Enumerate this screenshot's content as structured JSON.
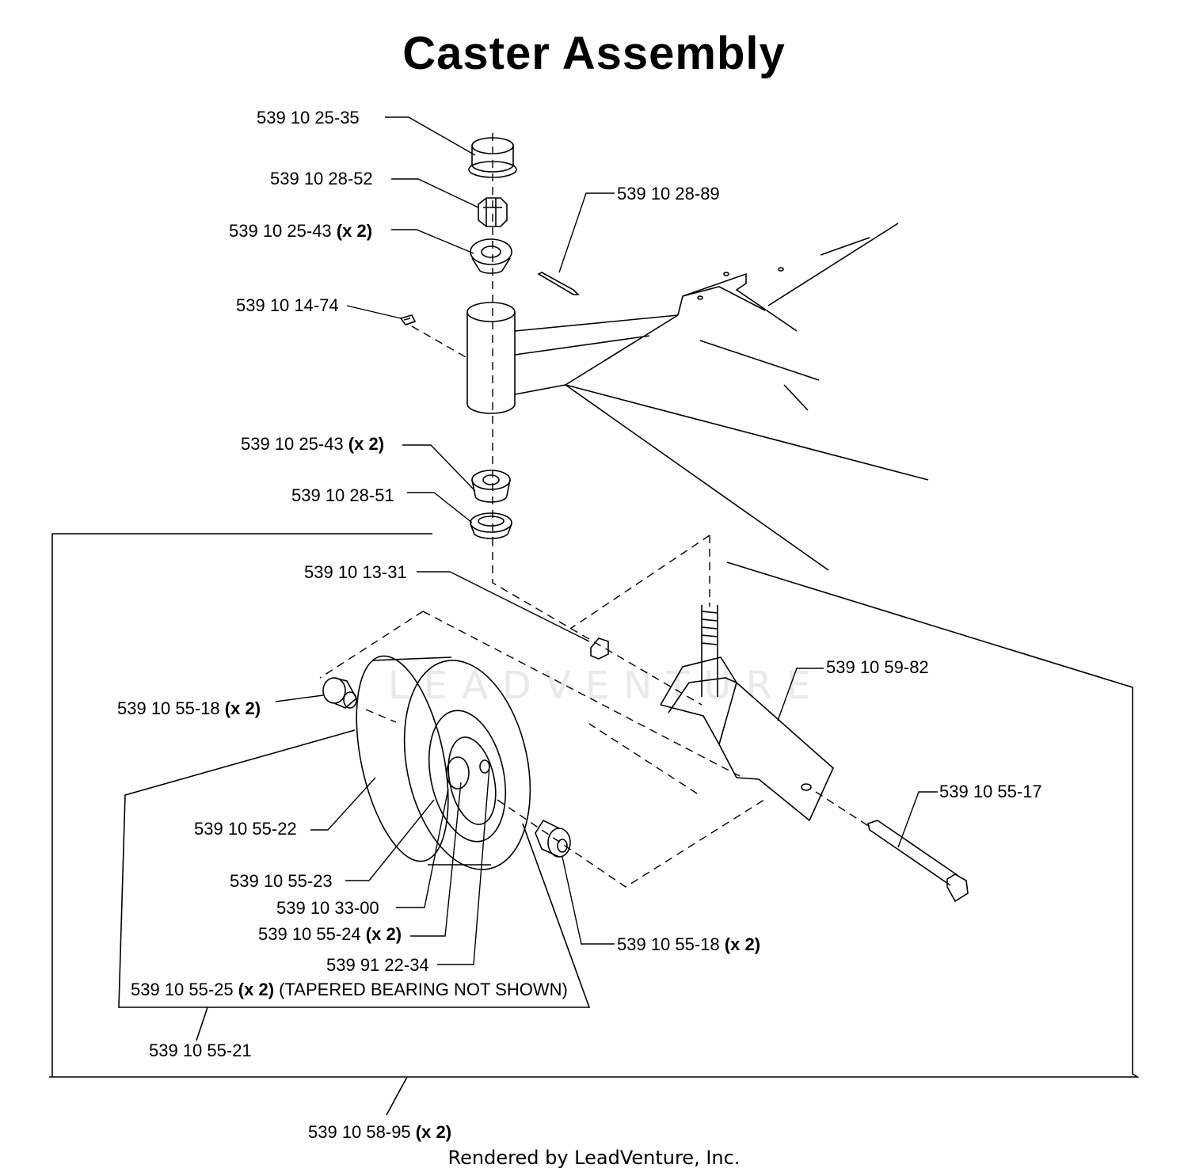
{
  "title": "Caster Assembly",
  "watermark": "LEADVENTURE",
  "footer": "Rendered by LeadVenture, Inc.",
  "parts": [
    {
      "number": "539 10 25-35",
      "qty": ""
    },
    {
      "number": "539 10 28-52",
      "qty": ""
    },
    {
      "number": "539 10 28-89",
      "qty": ""
    },
    {
      "number": "539 10 25-43",
      "qty": "(x 2)"
    },
    {
      "number": "539 10 14-74",
      "qty": ""
    },
    {
      "number": "539 10 25-43",
      "qty": "(x 2)"
    },
    {
      "number": "539 10 28-51",
      "qty": ""
    },
    {
      "number": "539 10 13-31",
      "qty": ""
    },
    {
      "number": "539 10 59-82",
      "qty": ""
    },
    {
      "number": "539 10 55-18",
      "qty": "(x 2)"
    },
    {
      "number": "539 10 55-17",
      "qty": ""
    },
    {
      "number": "539 10 55-22",
      "qty": ""
    },
    {
      "number": "539 10 55-23",
      "qty": ""
    },
    {
      "number": "539 10 33-00",
      "qty": ""
    },
    {
      "number": "539 10 55-24",
      "qty": "(x 2)"
    },
    {
      "number": "539 10 55-18",
      "qty": "(x 2)"
    },
    {
      "number": "539 91 22-34",
      "qty": ""
    },
    {
      "number": "539 10 55-25",
      "qty": "(x 2)",
      "note": "(TAPERED BEARING NOT SHOWN)"
    },
    {
      "number": "539 10 55-21",
      "qty": ""
    },
    {
      "number": "539 10 58-95",
      "qty": "(x 2)"
    }
  ]
}
